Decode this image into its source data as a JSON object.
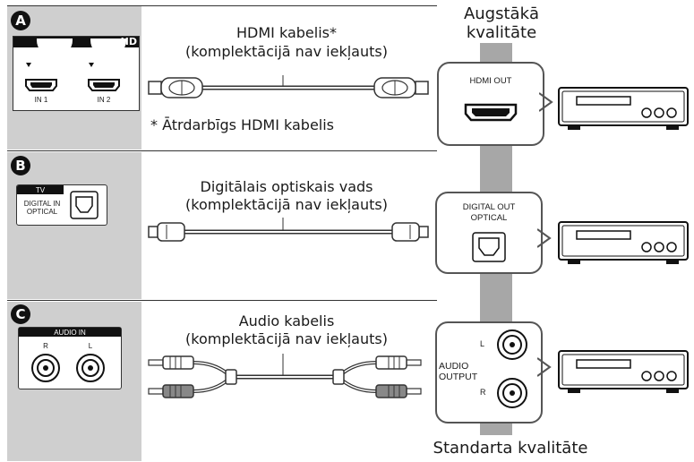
{
  "sections": {
    "a": {
      "letter": "A",
      "tv_ports": [
        "IN 1",
        "IN 2"
      ],
      "tv_logo": "HD",
      "cable_title": "HDMI kabelis*",
      "cable_note": "(komplektācijā nav iekļauts)",
      "footnote": "* Ātrdarbīgs HDMI kabelis",
      "device_port": "HDMI OUT"
    },
    "b": {
      "letter": "B",
      "tv_header": "TV",
      "tv_port": "DIGITAL IN\nOPTICAL",
      "cable_title": "Digitālais optiskais vads",
      "cable_note": "(komplektācijā nav iekļauts)",
      "device_port": "DIGITAL OUT\nOPTICAL"
    },
    "c": {
      "letter": "C",
      "tv_header": "AUDIO IN",
      "tv_ports": [
        "R",
        "L"
      ],
      "cable_title": "Audio kabelis",
      "cable_note": "(komplektācijā nav iekļauts)",
      "device_port": "AUDIO\nOUTPUT",
      "device_channels": [
        "L",
        "R"
      ]
    }
  },
  "quality": {
    "top": "Augstākā\nkvalitāte",
    "bottom": "Standarta kvalitāte"
  },
  "colors": {
    "panel_gray": "#cfcfcf",
    "arrow_gray": "#a7a7a7"
  }
}
